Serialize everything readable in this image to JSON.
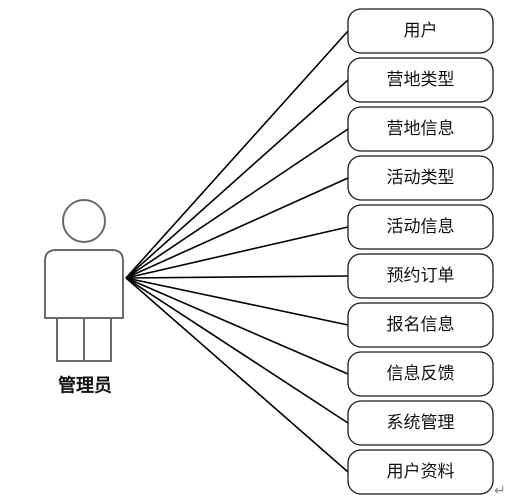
{
  "actor": {
    "label": "管理员"
  },
  "use_cases": [
    {
      "label": "用户"
    },
    {
      "label": "营地类型"
    },
    {
      "label": "营地信息"
    },
    {
      "label": "活动类型"
    },
    {
      "label": "活动信息"
    },
    {
      "label": "预约订单"
    },
    {
      "label": "报名信息"
    },
    {
      "label": "信息反馈"
    },
    {
      "label": "系统管理"
    },
    {
      "label": "用户资料"
    }
  ],
  "colors": {
    "line": "#000000",
    "box_border": "#1a1a1a",
    "actor_outline": "#6a6a6a",
    "background": "#ffffff"
  },
  "icons": {
    "actor": "person-icon",
    "paragraph_mark": "return-arrow-icon"
  }
}
